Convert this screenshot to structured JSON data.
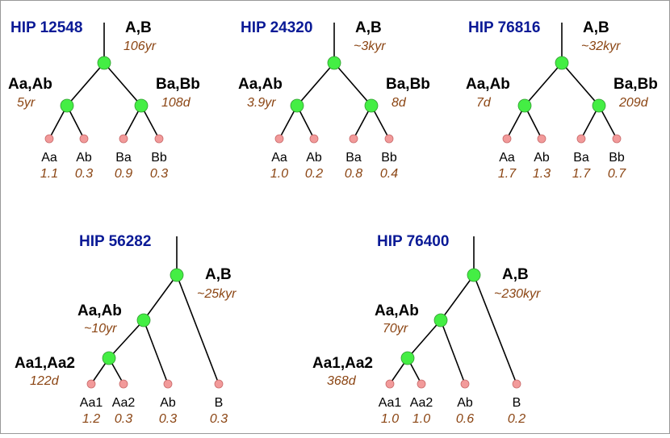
{
  "systems": [
    {
      "title": "HIP 12548",
      "nodes": [
        {
          "name": "A,B",
          "period": "106yr"
        },
        {
          "name": "Aa,Ab",
          "period": "5yr"
        },
        {
          "name": "Ba,Bb",
          "period": "108d"
        }
      ],
      "leaves": [
        {
          "name": "Aa",
          "mass": "1.1"
        },
        {
          "name": "Ab",
          "mass": "0.3"
        },
        {
          "name": "Ba",
          "mass": "0.9"
        },
        {
          "name": "Bb",
          "mass": "0.3"
        }
      ]
    },
    {
      "title": "HIP 24320",
      "nodes": [
        {
          "name": "A,B",
          "period": "~3kyr"
        },
        {
          "name": "Aa,Ab",
          "period": "3.9yr"
        },
        {
          "name": "Ba,Bb",
          "period": "8d"
        }
      ],
      "leaves": [
        {
          "name": "Aa",
          "mass": "1.0"
        },
        {
          "name": "Ab",
          "mass": "0.2"
        },
        {
          "name": "Ba",
          "mass": "0.8"
        },
        {
          "name": "Bb",
          "mass": "0.4"
        }
      ]
    },
    {
      "title": "HIP 76816",
      "nodes": [
        {
          "name": "A,B",
          "period": "~32kyr"
        },
        {
          "name": "Aa,Ab",
          "period": "7d"
        },
        {
          "name": "Ba,Bb",
          "period": "209d"
        }
      ],
      "leaves": [
        {
          "name": "Aa",
          "mass": "1.7"
        },
        {
          "name": "Ab",
          "mass": "1.3"
        },
        {
          "name": "Ba",
          "mass": "1.7"
        },
        {
          "name": "Bb",
          "mass": "0.7"
        }
      ]
    },
    {
      "title": "HIP 56282",
      "nodes": [
        {
          "name": "A,B",
          "period": "~25kyr"
        },
        {
          "name": "Aa,Ab",
          "period": "~10yr"
        },
        {
          "name": "Aa1,Aa2",
          "period": "122d"
        }
      ],
      "leaves": [
        {
          "name": "Aa1",
          "mass": "1.2"
        },
        {
          "name": "Aa2",
          "mass": "0.3"
        },
        {
          "name": "Ab",
          "mass": "0.3"
        },
        {
          "name": "B",
          "mass": "0.3"
        }
      ]
    },
    {
      "title": "HIP 76400",
      "nodes": [
        {
          "name": "A,B",
          "period": "~230kyr"
        },
        {
          "name": "Aa,Ab",
          "period": "70yr"
        },
        {
          "name": "Aa1,Aa2",
          "period": "368d"
        }
      ],
      "leaves": [
        {
          "name": "Aa1",
          "mass": "1.0"
        },
        {
          "name": "Aa2",
          "mass": "1.0"
        },
        {
          "name": "Ab",
          "mass": "0.6"
        },
        {
          "name": "B",
          "mass": "0.2"
        }
      ]
    }
  ]
}
